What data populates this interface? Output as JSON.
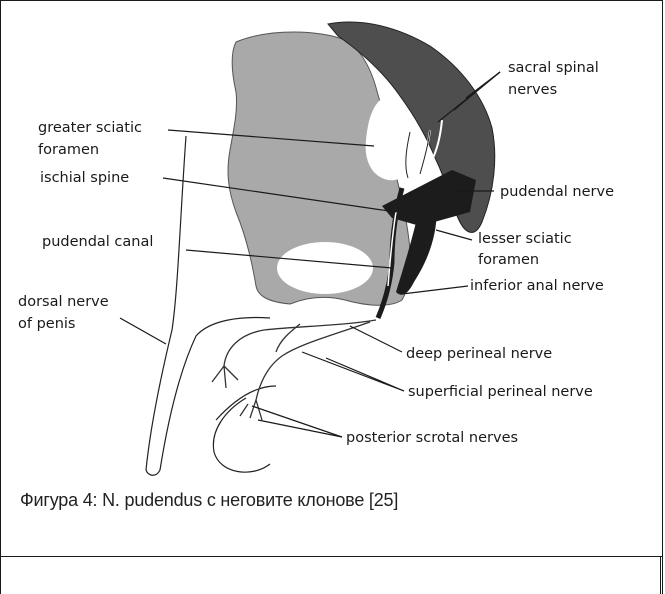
{
  "figure": {
    "labels": {
      "sacral_spinal_nerves": [
        "sacral spinal",
        "nerves"
      ],
      "greater_sciatic_foramen": [
        "greater sciatic",
        "foramen"
      ],
      "ischial_spine": "ischial spine",
      "pudendal_nerve": "pudendal nerve",
      "pudendal_canal": "pudendal canal",
      "lesser_sciatic_foramen": [
        "lesser sciatic",
        "foramen"
      ],
      "inferior_anal_nerve": "inferior anal nerve",
      "dorsal_nerve_of_penis": [
        "dorsal nerve",
        "of penis"
      ],
      "deep_perineal_nerve": "deep perineal nerve",
      "superficial_perineal_nerve": "superficial perineal nerve",
      "posterior_scrotal_nerves": "posterior scrotal nerves"
    },
    "colors": {
      "bone": "#a9a9a9",
      "sacrum": "#4e4e4e",
      "nerve": "#1c1c1c",
      "outline": "#222222"
    },
    "caption": "Фигура 4: N. pudendus с неговите клонове [25]"
  }
}
